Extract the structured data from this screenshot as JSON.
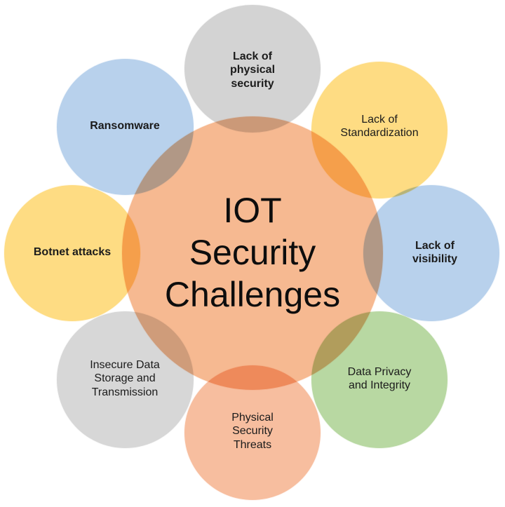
{
  "diagram": {
    "type": "radial-venn",
    "center": {
      "lines": [
        "IOT",
        "Security",
        "Challenges"
      ],
      "color": "#f6b991"
    },
    "nodes": [
      {
        "id": "lack-physical-security",
        "lines": [
          "Lack of",
          "physical",
          "security"
        ],
        "color": "#c9c9c9",
        "bold": true
      },
      {
        "id": "lack-standardization",
        "lines": [
          "Lack of",
          "Standardization"
        ],
        "color": "#fed467",
        "bold": false
      },
      {
        "id": "lack-visibility",
        "lines": [
          "Lack of",
          "visibility"
        ],
        "color": "#a8c7e8",
        "bold": true
      },
      {
        "id": "data-privacy",
        "lines": [
          "Data Privacy",
          "and Integrity"
        ],
        "color": "#a9d08e",
        "bold": false
      },
      {
        "id": "physical-security-threats",
        "lines": [
          "Physical",
          "Security",
          "Threats"
        ],
        "color": "#f6b08a",
        "bold": false
      },
      {
        "id": "insecure-data",
        "lines": [
          "Insecure Data",
          "Storage and",
          "Transmission"
        ],
        "color": "#cfcfcf",
        "bold": false
      },
      {
        "id": "botnet-attacks",
        "lines": [
          "Botnet attacks"
        ],
        "color": "#fed467",
        "bold": true
      },
      {
        "id": "ransomware",
        "lines": [
          "Ransomware"
        ],
        "color": "#a8c7e8",
        "bold": true
      }
    ]
  }
}
